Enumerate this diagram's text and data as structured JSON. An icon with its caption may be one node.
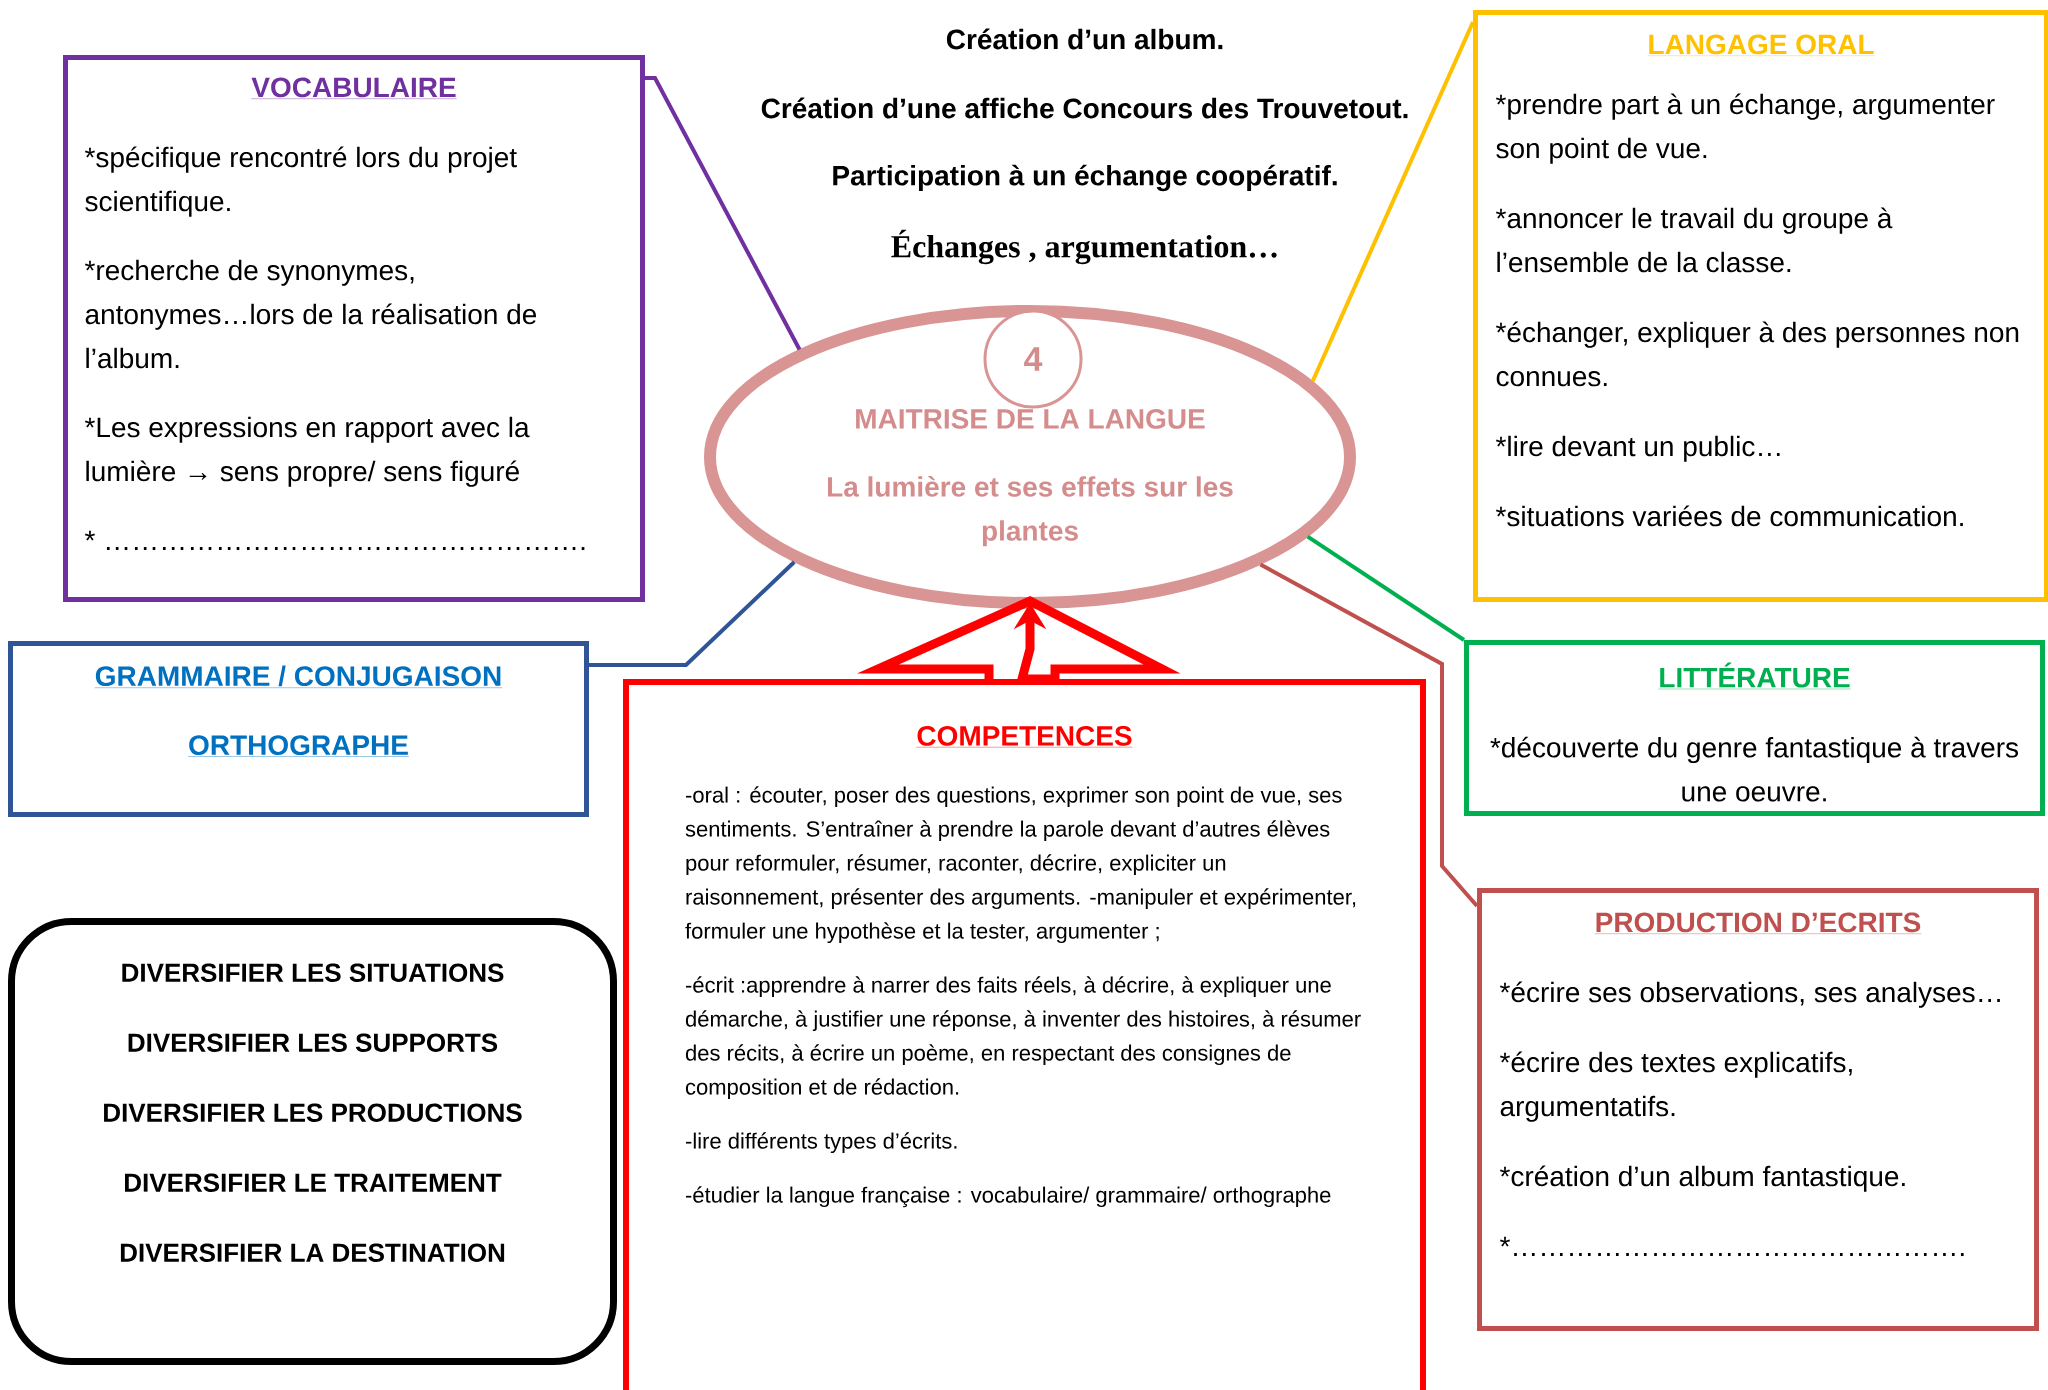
{
  "diagram": {
    "nodes": [
      {
        "text": [
          "MAITRISE DE LA LANGUE",
          "La lumière et ses effets sur les plantes"
        ]
      },
      {
        "text": [
          "4"
        ],
        "in": 0
      },
      {
        "text": [
          "VOCABULAIRE",
          "*spécifique rencontré lors du projet scientifique.",
          "*recherche de synonymes, antonymes…lors de la réalisation de l’album.",
          "*Les expressions en rapport avec la lumière → sens propre/ sens figuré",
          "* ……………………………………………."
        ]
      },
      {
        "text": [
          "LANGAGE ORAL",
          "*prendre part à un échange, argumenter son point de vue.",
          "*annoncer le travail du groupe à l’ensemble de la classe.",
          "*échanger, expliquer à des personnes non connues.",
          "*lire devant un public…",
          "*situations variées de communication."
        ]
      },
      {
        "text": [
          "GRAMMAIRE / CONJUGAISON",
          "ORTHOGRAPHE"
        ]
      },
      {
        "text": [
          "COMPETENCES",
          "-oral : écouter, poser des questions, exprimer son point de vue, ses sentiments. S’entraîner à prendre la parole devant d’autres élèves pour reformuler, résumer, raconter, décrire, expliciter un raisonnement, présenter des arguments. -manipuler et expérimenter, formuler une hypothèse et la tester, argumenter ;",
          "-écrit :apprendre à narrer des faits réels, à décrire, à expliquer une démarche, à justifier une réponse, à inventer des histoires, à résumer des récits, à écrire un poème, en respectant des consignes de composition et de rédaction.",
          "-lire différents types d’écrits.",
          "-étudier la langue française : vocabulaire/ grammaire/ orthographe"
        ]
      },
      {
        "text": [
          "LITTÉRATURE",
          "*découverte du genre fantastique à travers une oeuvre."
        ]
      },
      {
        "text": [
          "PRODUCTION D’ECRITS",
          "*écrire ses observations, ses analyses…",
          "*écrire des textes explicatifs, argumentatifs.",
          "*création d’un album fantastique.",
          "*…………………………………………."
        ]
      },
      {
        "text": [
          "DIVERSIFIER LES SITUATIONS",
          "DIVERSIFIER LES SUPPORTS",
          "DIVERSIFIER LES PRODUCTIONS",
          "DIVERSIFIER LE TRAITEMENT",
          "DIVERSIFIER LA DESTINATION"
        ]
      }
    ],
    "edges": [
      {
        "from": 0,
        "to": 2,
        "arrow": "none",
        "color": "#7030a0"
      },
      {
        "from": 0,
        "to": 3,
        "arrow": "none",
        "color": "#ffc000"
      },
      {
        "from": 0,
        "to": 4,
        "arrow": "none",
        "color": "#2f5597"
      },
      {
        "from": 5,
        "to": 0,
        "arrow": "to",
        "style": "thick",
        "color": "#ff0000"
      },
      {
        "from": 0,
        "to": 6,
        "arrow": "none",
        "color": "#00b050"
      },
      {
        "from": 0,
        "to": 7,
        "arrow": "none",
        "color": "#c0504d"
      }
    ],
    "labels": [
      "Création d’un album.",
      "Création d’une affiche Concours des Trouvetout.",
      "Participation à un échange coopératif.",
      "Échanges , argumentation…"
    ]
  }
}
